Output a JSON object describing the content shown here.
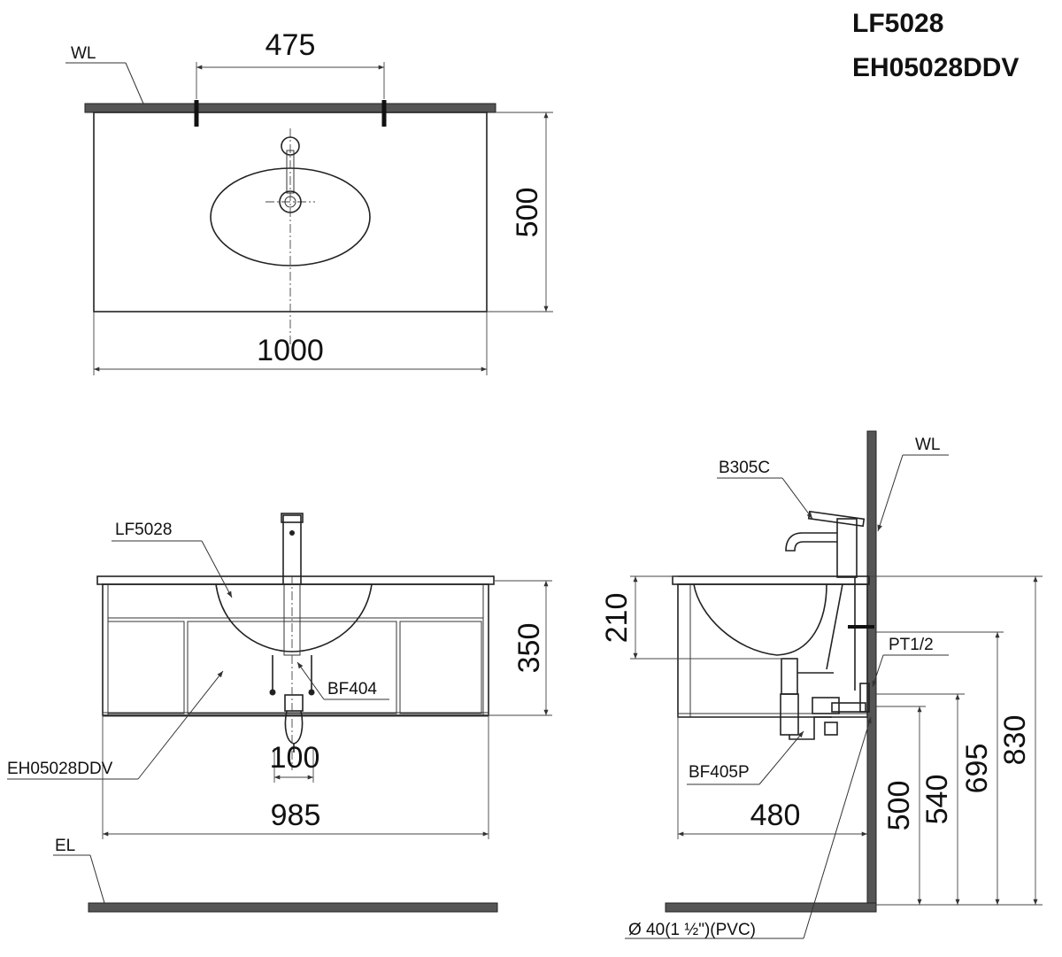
{
  "models": [
    "LF5028",
    "EH05028DDV"
  ],
  "plan_view": {
    "wall_label": "WL",
    "dim_width": "1000",
    "dim_depth": "500",
    "dim_mounting": "475"
  },
  "front_view": {
    "basin_label": "LF5028",
    "cabinet_label": "EH05028DDV",
    "drain_label": "BF404",
    "dim_height": "350",
    "dim_drain": "100",
    "dim_width": "985",
    "floor_label": "EL"
  },
  "side_view": {
    "faucet_label": "B305C",
    "wall_label": "WL",
    "supply_label": "PT1/2",
    "trap_label": "BF405P",
    "pipe_label": "Ø  40(1 ½\")(PVC)",
    "dim_basin_depth": "210",
    "dim_cabinet_depth": "480",
    "dim_drain_height": "500",
    "dim_supply_height": "540",
    "dim_pt_height": "695",
    "dim_total_height": "830"
  }
}
